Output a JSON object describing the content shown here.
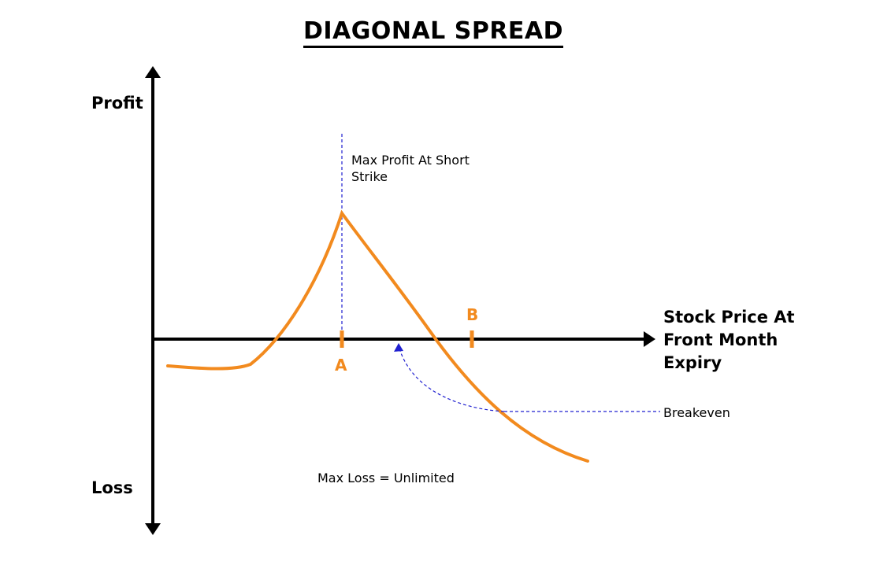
{
  "title": "DIAGONAL SPREAD",
  "axes": {
    "y_top": "Profit",
    "y_bottom": "Loss",
    "x": "Stock Price At Front Month Expiry"
  },
  "markers": {
    "a": "A",
    "b": "B"
  },
  "annotations": {
    "max_profit": "Max Profit At Short Strike",
    "breakeven": "Breakeven",
    "max_loss": "Max Loss = Unlimited"
  },
  "colors": {
    "payoff": "#f28a1e",
    "guide": "#2020d0",
    "axis": "#000000"
  }
}
